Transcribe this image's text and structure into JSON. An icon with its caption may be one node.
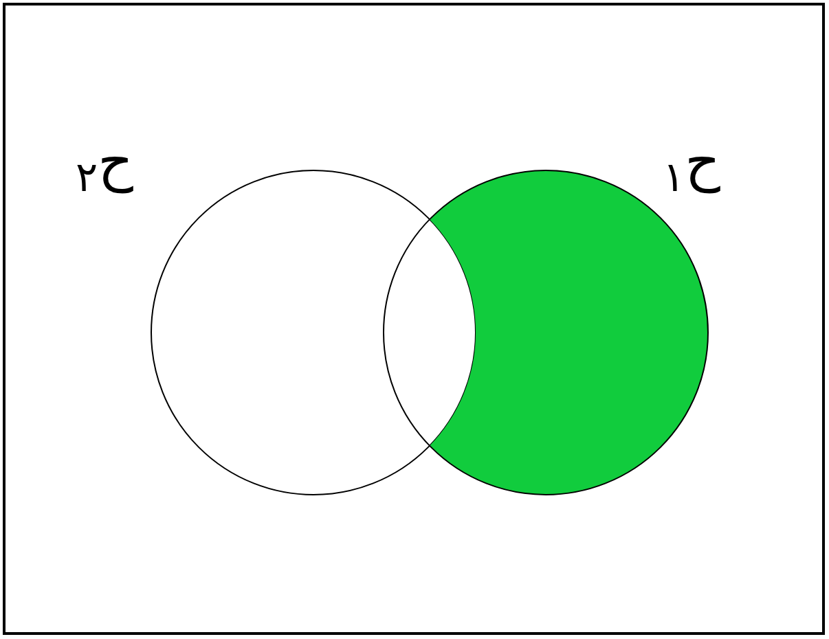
{
  "diagram": {
    "nodes": [
      {
        "text": [],
        "shape": "box"
      },
      {
        "text": [
          "ح$_{٢}$"
        ],
        "in": 0
      },
      {
        "text": [
          "ح$_{١}$"
        ],
        "in": 0
      }
    ],
    "edges": []
  }
}
